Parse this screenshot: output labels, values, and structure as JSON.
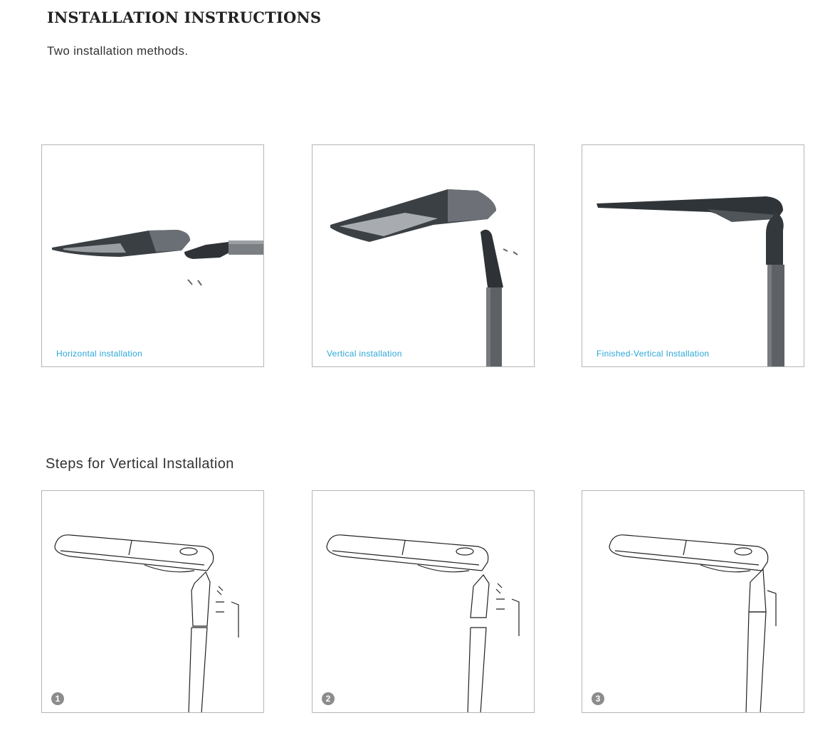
{
  "header": {
    "title": "INSTALLATION INSTRUCTIONS",
    "subtitle": "Two installation methods."
  },
  "methods": [
    {
      "caption": "Horizontal installation",
      "icon": "street-light-horizontal-mount"
    },
    {
      "caption": "Vertical installation",
      "icon": "street-light-vertical-mount"
    },
    {
      "caption": "Finished-Vertical Installation",
      "icon": "street-light-finished"
    }
  ],
  "steps_section": {
    "title": "Steps for Vertical Installation",
    "steps": [
      {
        "number": "1",
        "icon": "line-drawing-exploded-parts"
      },
      {
        "number": "2",
        "icon": "line-drawing-fitting-adapter"
      },
      {
        "number": "3",
        "icon": "line-drawing-assembled"
      }
    ]
  },
  "colors": {
    "caption": "#2aa7d8",
    "border": "#b5b5b5",
    "badge": "#8c8c8c"
  }
}
